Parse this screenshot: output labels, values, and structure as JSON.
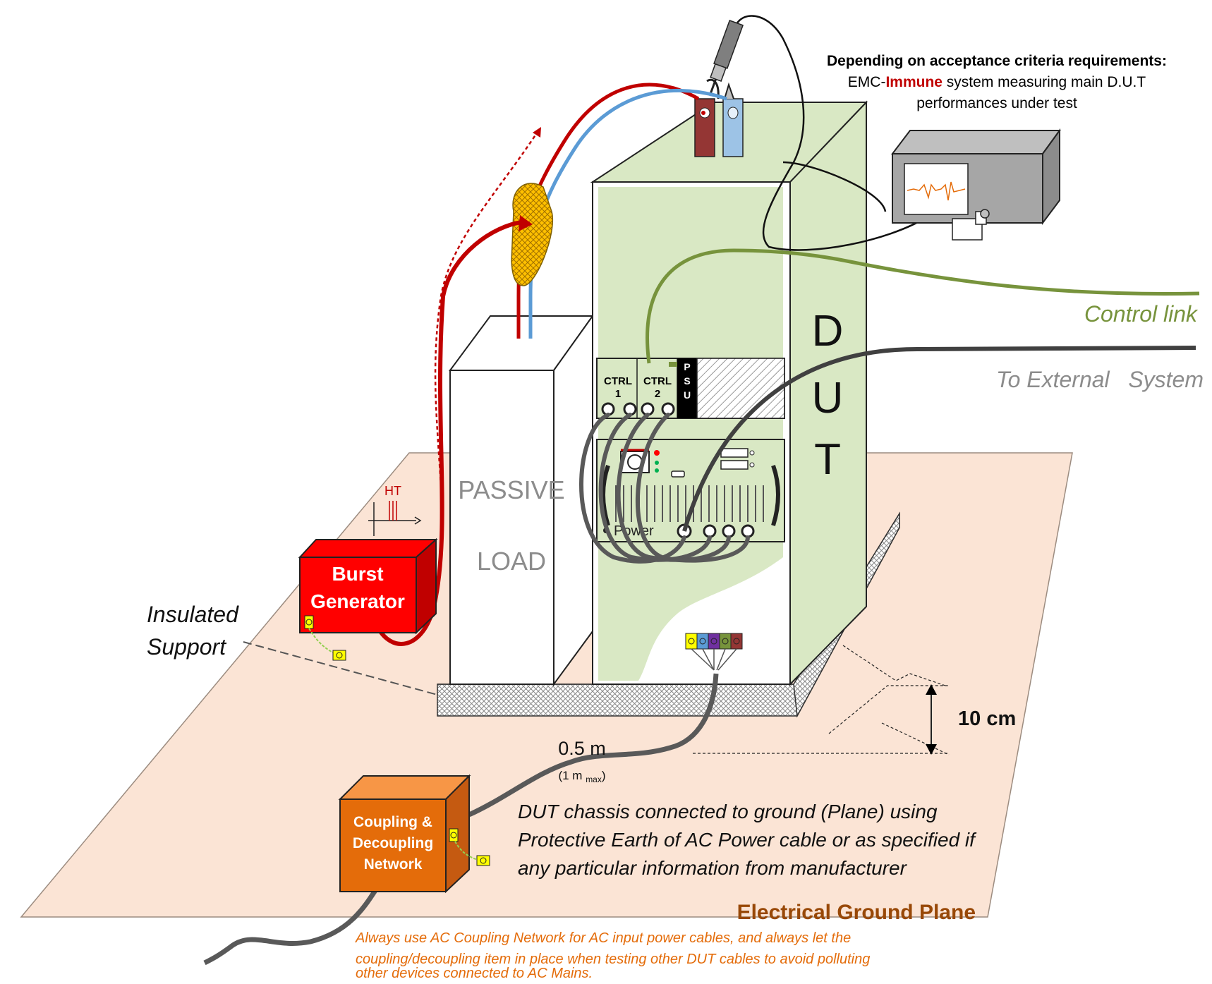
{
  "header": {
    "line1": "Depending on acceptance criteria requirements:",
    "line2_pre": "EMC-",
    "line2_highlight": "Immune",
    "line2_post": " system measuring main D.U.T",
    "line3": "performances under test"
  },
  "dut": {
    "label_d": "D",
    "label_u": "U",
    "label_t": "T",
    "ctrl1": "CTRL",
    "ctrl1_num": "1",
    "ctrl2": "CTRL",
    "ctrl2_num": "2",
    "psu_p": "P",
    "psu_s": "S",
    "psu_u": "U",
    "power": "Power"
  },
  "passive_load": {
    "line1": "PASSIVE",
    "line2": "LOAD"
  },
  "burst_generator": {
    "line1": "Burst",
    "line2": "Generator",
    "ht": "HT"
  },
  "cdn": {
    "line1": "Coupling &",
    "line2": "Decoupling",
    "line3": "Network"
  },
  "links": {
    "control": "Control link",
    "external": "To External   System"
  },
  "insulated_support": {
    "line1": "Insulated",
    "line2": "Support"
  },
  "dimensions": {
    "height": "10 cm",
    "cable_length": "0.5 m",
    "cable_max_pre": "(1 m ",
    "cable_max_sub": "max",
    "cable_max_post": ")"
  },
  "notes": {
    "chassis_line1": "DUT chassis connected to ground (Plane) using",
    "chassis_line2": "Protective Earth of AC Power cable or as specified if",
    "chassis_line3": "any particular information from manufacturer",
    "ground_plane": "Electrical Ground Plane",
    "ac_line1": "Always use AC Coupling Network for AC input power cables, and always let the",
    "ac_line2": "coupling/decoupling item in place when testing other DUT cables to avoid polluting",
    "ac_line3": "other devices connected to AC Mains."
  },
  "colors": {
    "ground_plane": "#fbe4d5",
    "dut_body": "#d9e8c4",
    "burst_red": "#ff0000",
    "cdn_orange": "#e46c0a",
    "control_link": "#77933c",
    "external_cable": "#404040",
    "cable_red": "#c00000",
    "cable_blue": "#5b9bd5",
    "ground_label": "#984807",
    "note_orange": "#e46c0a",
    "immune_red": "#c00000",
    "clamp_yellow": "#ffc000"
  },
  "icons": [
    "oscilloscope-icon",
    "probe-icon",
    "coupling-clamp-icon",
    "ground-terminal-icon",
    "pulse-icon"
  ]
}
